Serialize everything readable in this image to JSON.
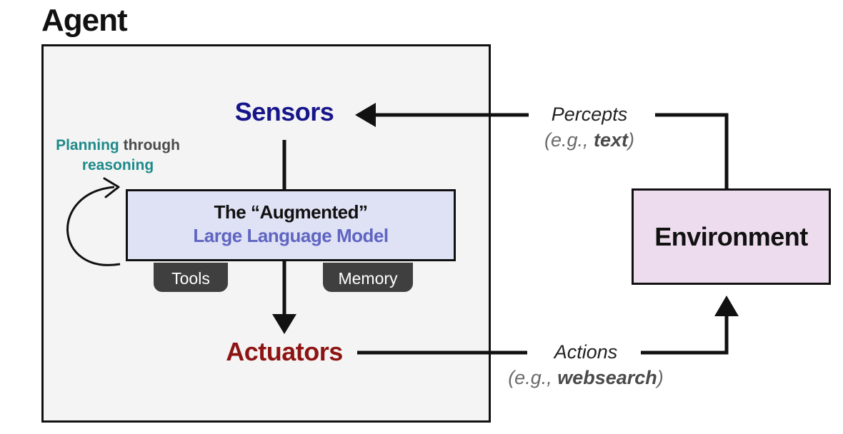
{
  "agent": {
    "title": "Agent"
  },
  "nodes": {
    "sensors": "Sensors",
    "actuators": "Actuators",
    "environment": "Environment"
  },
  "llm": {
    "line1": "The “Augmented”",
    "line2": "Large Language Model",
    "tools": "Tools",
    "memory": "Memory"
  },
  "planning": {
    "word1": "Planning",
    "word2": "through",
    "word3": "reasoning"
  },
  "edges": {
    "percepts": {
      "label": "Percepts",
      "eg_prefix": "(e.g., ",
      "eg_value": "text",
      "eg_suffix": ")"
    },
    "actions": {
      "label": "Actions",
      "eg_prefix": "(e.g., ",
      "eg_value": "websearch",
      "eg_suffix": ")"
    }
  },
  "colors": {
    "sensors": "#16158a",
    "actuators": "#8d1412",
    "llm_fill": "#dee2f4",
    "llm_text_accent": "#6064c2",
    "environment_fill": "#eddcee",
    "planning_accent": "#1e8a8a",
    "agent_fill": "#f4f4f4"
  }
}
